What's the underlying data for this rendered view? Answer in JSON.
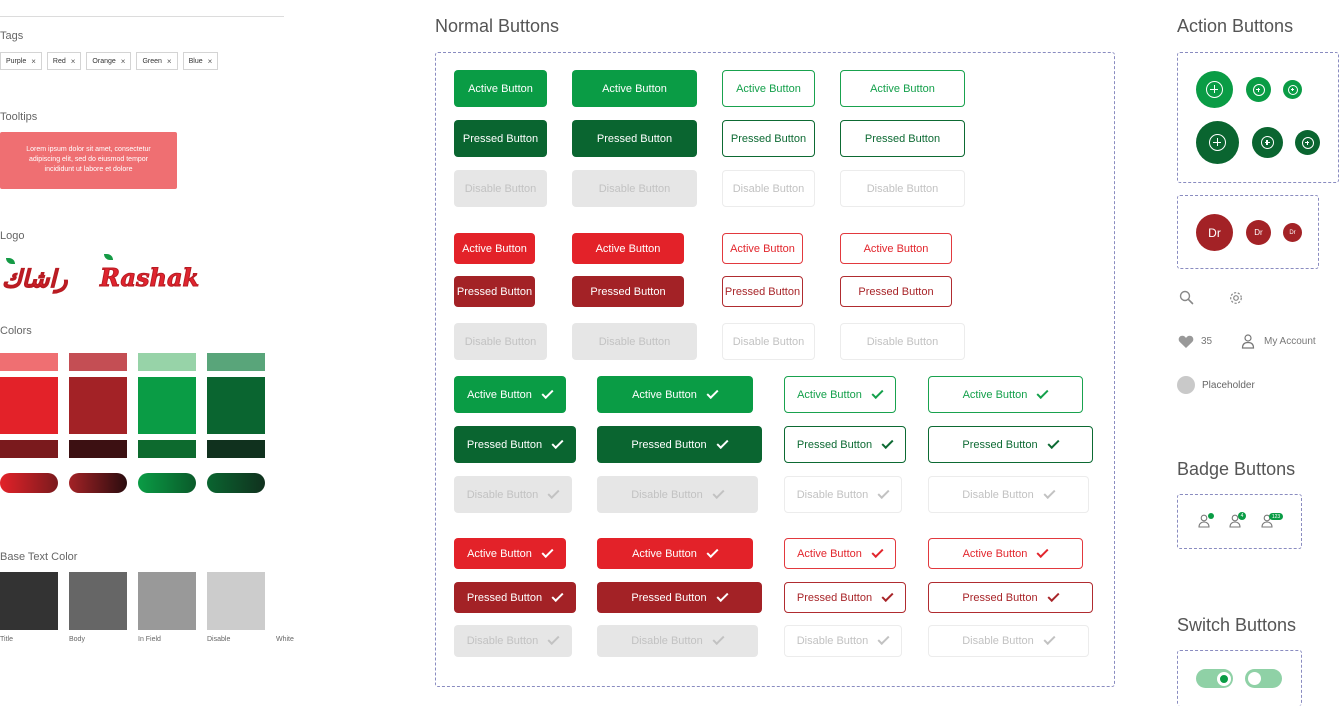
{
  "left": {
    "tags_title": "Tags",
    "tags": [
      "Purple",
      "Red",
      "Orange",
      "Green",
      "Blue"
    ],
    "tag_close": "×",
    "tooltips_title": "Tooltips",
    "tooltip_text": "Lorem ipsum dolor sit amet, consectetur adipiscing elit, sed do eiusmod tempor incididunt ut labore et dolore",
    "logo_title": "Logo",
    "logo_arabic": "راشاك",
    "logo_latin": "Rashak",
    "colors_title": "Colors",
    "base_text_title": "Base Text Color",
    "base_text_labels": [
      "Title",
      "Body",
      "In Field",
      "Disable",
      "White"
    ]
  },
  "colors": {
    "red_light": "#ef6f72",
    "red_mid_light": "#c44e54",
    "green_light": "#97d3a8",
    "green_mid_light": "#59a57a",
    "red": "#e32229",
    "red_dark": "#a32226",
    "green": "#0a9c45",
    "green_dark": "#0a6530",
    "red_darker": "#7a1a1d",
    "red_darkest": "#3c1012",
    "green_darker": "#0d6a2e",
    "green_darkest": "#10311e",
    "base_title": "#333333",
    "base_body": "#666666",
    "base_field": "#999999",
    "base_disable": "#cccccc",
    "base_white": "#ffffff"
  },
  "normal": {
    "title": "Normal Buttons",
    "active": "Active Button",
    "pressed": "Pressed Button",
    "disabled": "Disable Button"
  },
  "action": {
    "title": "Action Buttons",
    "avatar_initials": "Dr",
    "like_count": "35",
    "my_account": "My Account",
    "placeholder": "Placeholder"
  },
  "badge": {
    "title": "Badge Buttons",
    "counts": [
      "",
      "4",
      "123"
    ]
  },
  "switch": {
    "title": "Switch Buttons",
    "states": [
      "on",
      "off"
    ]
  }
}
